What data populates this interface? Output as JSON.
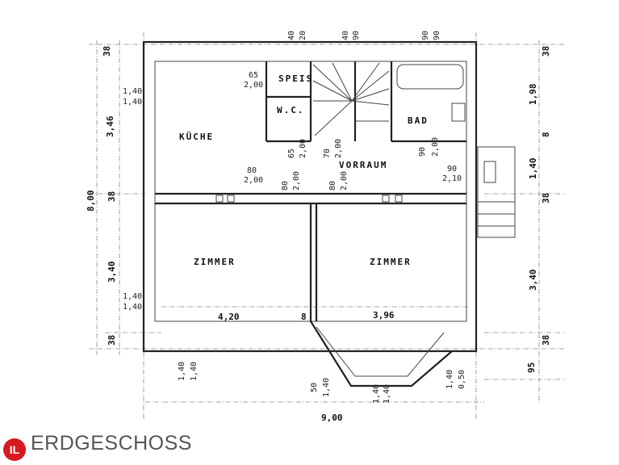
{
  "title": "ERDGESCHOSS",
  "logo": "IL",
  "rooms": {
    "kueche": "KÜCHE",
    "speis": "SPEIS",
    "wc": "W.C.",
    "bad": "BAD",
    "vorraum": "VORRAUM",
    "zimmer_left": "ZIMMER",
    "zimmer_right": "ZIMMER"
  },
  "dims": {
    "top": [
      "40",
      "20",
      "40",
      "90",
      "90",
      "90"
    ],
    "left": [
      "38",
      "3,46",
      "8,00",
      "38",
      "3,40",
      "38",
      "1,40",
      "1,40",
      "1,40",
      "1,40"
    ],
    "right": [
      "38",
      "1,98",
      "8",
      "1,40",
      "38",
      "3,40",
      "38",
      "95"
    ],
    "bottom": [
      "4,20",
      "8",
      "3,96",
      "9,00",
      "1,40",
      "1,40",
      "50",
      "1,40",
      "1,40",
      "1,40",
      "1,40",
      "0,50"
    ],
    "interior": [
      "65",
      "2,00",
      "80",
      "2,00",
      "65",
      "2,00",
      "70",
      "2,00",
      "90",
      "2,00",
      "90",
      "2,10",
      "80",
      "2,00",
      "80",
      "2,00"
    ]
  }
}
